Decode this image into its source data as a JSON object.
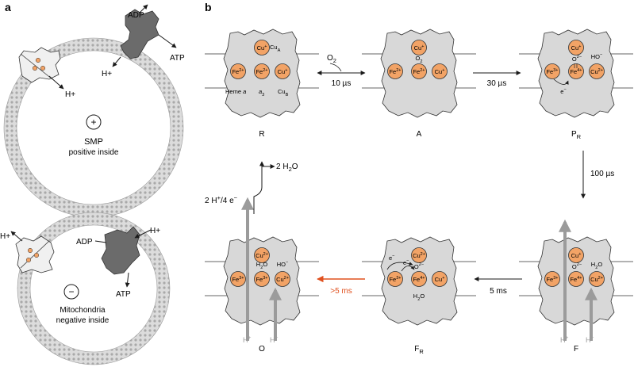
{
  "panels": {
    "a": "a",
    "b": "b"
  },
  "colors": {
    "cofactor_fill": "#f2a366",
    "enzyme_fill": "#d8d8d8",
    "membrane_fill": "#c9c9c9",
    "proton_arrow": "#9b9b9b",
    "slow_arrow": "#e0501e"
  },
  "panel_a": {
    "top": {
      "adp": "ADP",
      "atp": "ATP",
      "hplus_synthase": "H+",
      "hplus_enzyme": "H+",
      "sign": "+",
      "name": "SMP",
      "description": "positive inside"
    },
    "bottom": {
      "adp": "ADP",
      "atp": "ATP",
      "hplus_synthase": "H+",
      "hplus_enzyme": "H+",
      "sign": "−",
      "name": "Mitochondria",
      "description": "negative inside"
    }
  },
  "states": {
    "R": {
      "name": "R",
      "fe_heme_a": "Fe2+",
      "fe_a3": "Fe2+",
      "cu_b": "Cu+",
      "cu_a": "Cu+",
      "cu_a_label": "CuA",
      "heme_a_label": "Heme a",
      "a3_label": "a3",
      "cu_b_label": "CuB"
    },
    "A": {
      "name": "A",
      "fe_heme_a": "Fe2+",
      "fe_a3": "Fe2+",
      "cu_b": "Cu+",
      "cu_a": "Cu+",
      "ligand": "O2"
    },
    "PR": {
      "name": "PR",
      "fe_heme_a": "Fe3+",
      "fe_a3": "Fe4+",
      "cu_b": "Cu2+",
      "cu_a": "Cu+",
      "ligand_fe": "O2−",
      "ligand_cu": "HO−",
      "electron": "e−"
    },
    "F": {
      "name": "F",
      "fe_heme_a": "Fe3+",
      "fe_a3": "Fe4+",
      "cu_b": "Cu2+",
      "cu_a": "Cu+",
      "ligand_fe": "O2−",
      "ligand_cu": "H2O",
      "h1": "H+",
      "h2": "H+"
    },
    "FR": {
      "name": "FR",
      "fe_heme_a": "Fe3+",
      "fe_a3": "Fe4+",
      "cu_b": "Cu+",
      "cu_a": "Cu2+",
      "ligand_fe": "O2−",
      "water": "H2O",
      "electron1": "e−",
      "electron2": "e−"
    },
    "O": {
      "name": "O",
      "fe_heme_a": "Fe3+",
      "fe_a3": "Fe3+",
      "cu_b": "Cu2+",
      "cu_a": "Cu2+",
      "ligand_fe": "H2O",
      "ligand_cu": "HO−",
      "h1": "H+",
      "h2": "H+"
    }
  },
  "transitions": {
    "R_A": "O2",
    "R_A_time": "10 µs",
    "A_PR": "30 µs",
    "PR_F": "100 µs",
    "F_FR": "5 ms",
    "FR_O": ">5 ms",
    "O_R_top": "2 H2O",
    "O_R_left": "2 H+/4 e−"
  }
}
